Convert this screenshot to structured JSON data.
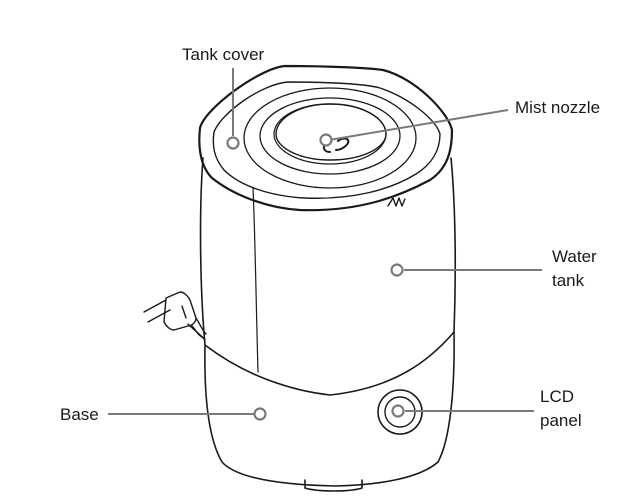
{
  "labels": {
    "tank_cover": "Tank cover",
    "mist_nozzle": "Mist nozzle",
    "water_tank": [
      "Water",
      "tank"
    ],
    "lcd_panel": [
      "LCD",
      "panel"
    ],
    "base": "Base"
  },
  "colors": {
    "outline": "#1a1a1a",
    "fill": "#ffffff",
    "leader": "#7a7a7a"
  }
}
